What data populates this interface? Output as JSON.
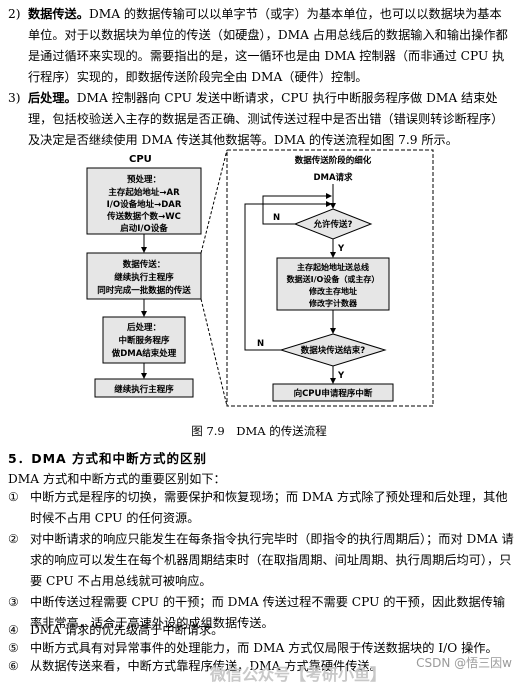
{
  "para2": {
    "num": "2)",
    "lead": "数据传送。",
    "text": "DMA 的数据传输可以以单字节（或字）为基本单位，也可以以数据块为基本单位。对于以数据块为单位的传送（如硬盘），DMA 占用总线后的数据输入和输出操作都是通过循环来实现的。需要指出的是，这一循环也是由 DMA 控制器（而非通过 CPU 执行程序）实现的，即数据传送阶段完全由 DMA（硬件）控制。"
  },
  "para3": {
    "num": "3)",
    "lead": "后处理。",
    "text": "DMA 控制器向 CPU 发送中断请求，CPU 执行中断服务程序做 DMA 结束处理，包括校验送入主存的数据是否正确、测试传送过程中是否出错（错误则转诊断程序）及决定是否继续使用 DMA 传送其他数据等。DMA 的传送流程如图 7.9 所示。"
  },
  "figure": {
    "cpu_label": "CPU",
    "pre_title": "预处理：",
    "pre_lines": [
      "主存起始地址→AR",
      "I/O设备地址→DAR",
      "传送数据个数→WC",
      "启动I/O设备"
    ],
    "transfer_lines": [
      "数据传送：",
      "继续执行主程序",
      "同时完成一批数据的传送"
    ],
    "post_lines": [
      "后处理：",
      "中断服务程序",
      "做DMA结束处理"
    ],
    "continue_label": "继续执行主程序",
    "detail_title": "数据传送阶段的细化",
    "dma_request": "DMA请求",
    "allow_q": "允许传送?",
    "op_lines": [
      "主存起始地址送总线",
      "数据送I/O设备（或主存）",
      "修改主存地址",
      "修改字计数器"
    ],
    "done_q": "数据块传送结束?",
    "interrupt_label": "向CPU申请程序中断",
    "n": "N",
    "y": "Y"
  },
  "caption": "图 7.9　DMA 的传送流程",
  "section_title": "5．DMA 方式和中断方式的区别",
  "intro": "DMA 方式和中断方式的重要区别如下：",
  "items": [
    {
      "mark": "①",
      "text": "中断方式是程序的切换，需要保护和恢复现场；而 DMA 方式除了预处理和后处理，其他时候不占用 CPU 的任何资源。"
    },
    {
      "mark": "②",
      "text": "对中断请求的响应只能发生在每条指令执行完毕时（即指令的执行周期后）；而对 DMA 请求的响应可以发生在每个机器周期结束时（在取指周期、间址周期、执行周期后均可），只要 CPU 不占用总线就可被响应。"
    },
    {
      "mark": "③",
      "text": "中断传送过程需要 CPU 的干预；而 DMA 传送过程不需要 CPU 的干预，因此数据传输率非常高，适合于高速外设的成组数据传送。"
    },
    {
      "mark": "④",
      "text": "DMA 请求的优先级高于中断请求。"
    },
    {
      "mark": "⑤",
      "text": "中断方式具有对异常事件的处理能力，而 DMA 方式仅局限于传送数据块的 I/O 操作。"
    },
    {
      "mark": "⑥",
      "text": "从数据传送来看，中断方式靠程序传送，DMA 方式靠硬件传送。"
    }
  ],
  "watermark": "CSDN @悟三因w",
  "watermark2": "微信公众号【考研小鱼】"
}
